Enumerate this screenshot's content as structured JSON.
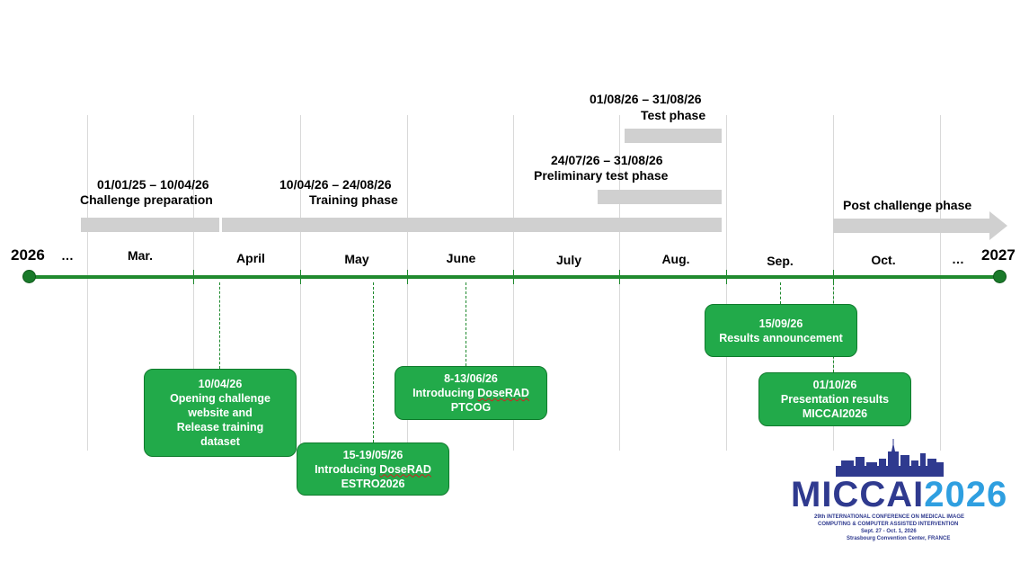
{
  "axis": {
    "start_year": "2026",
    "end_year": "2027",
    "leading_ellipsis": "…",
    "trailing_ellipsis": "…",
    "months": [
      "Mar.",
      "April",
      "May",
      "June",
      "July",
      "Aug.",
      "Sep.",
      "Oct."
    ]
  },
  "phases": {
    "preparation": {
      "dates": "01/01/25 – 10/04/26",
      "name": "Challenge preparation"
    },
    "training": {
      "dates": "10/04/26 – 24/08/26",
      "name": "Training phase"
    },
    "preliminary": {
      "dates": "24/07/26 – 31/08/26",
      "name": "Preliminary test phase"
    },
    "test": {
      "dates": "01/08/26 – 31/08/26",
      "name": "Test phase"
    },
    "post": {
      "name": "Post challenge phase"
    }
  },
  "events": {
    "opening": {
      "date": "10/04/26",
      "line1": "Opening challenge",
      "line2": "website and",
      "line3": "Release training",
      "line4": "dataset"
    },
    "estro": {
      "date": "15-19/05/26",
      "line1_prefix": "Introducing ",
      "line1_word": "DoseRAD",
      "line2": "ESTRO2026"
    },
    "ptcog": {
      "date": "8-13/06/26",
      "line1_prefix": "Introducing ",
      "line1_word": "DoseRAD",
      "line2": "PTCOG"
    },
    "results": {
      "date": "15/09/26",
      "line1": "Results announcement"
    },
    "presentation": {
      "date": "01/10/26",
      "line1": "Presentation results",
      "line2": "MICCAI2026"
    }
  },
  "logo": {
    "name_part1": "MICCAI",
    "name_part2": "2026",
    "sub1": "29th INTERNATIONAL CONFERENCE ON MEDICAL IMAGE",
    "sub2": "COMPUTING & COMPUTER ASSISTED INTERVENTION",
    "sub3": "Sept. 27 - Oct. 1, 2026",
    "sub4": "Strasbourg Convention Center, FRANCE"
  },
  "colors": {
    "timeline_green": "#1f8a2e",
    "event_green": "#22aa4a",
    "phase_grey": "#d0d0d0",
    "logo_navy": "#2f3a8f",
    "logo_blue": "#2f9fe0"
  }
}
